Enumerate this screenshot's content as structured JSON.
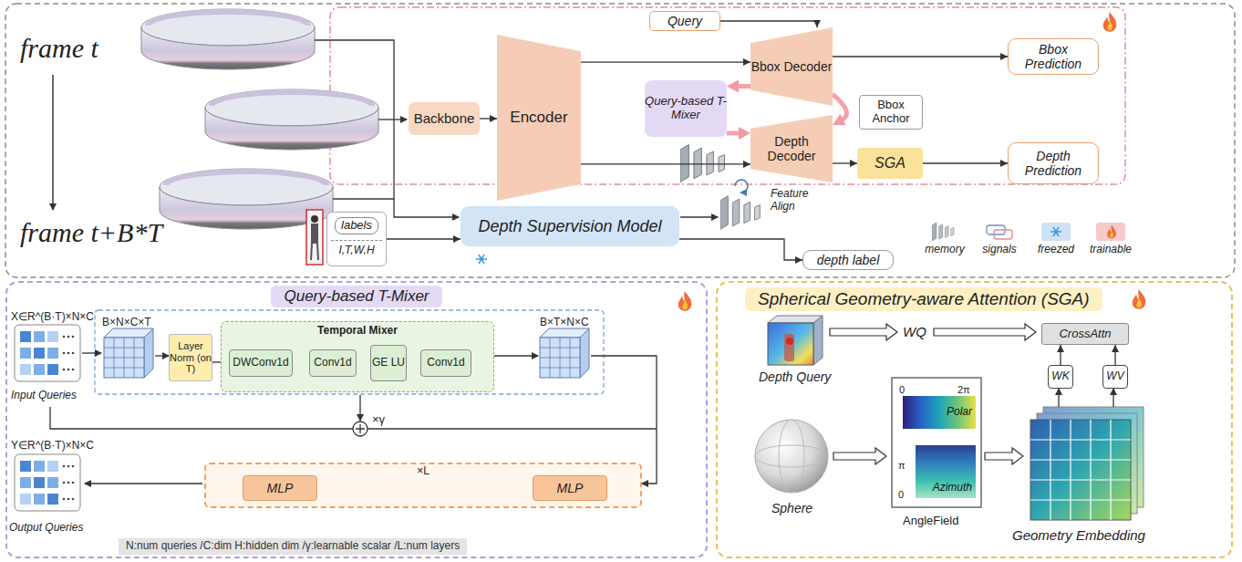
{
  "diagram": {
    "nodes": [
      {
        "text": [
          "Backbone"
        ]
      },
      {
        "text": [
          "Encoder"
        ]
      },
      {
        "text": [
          "Query"
        ]
      },
      {
        "text": [
          "Bbox Decoder"
        ]
      },
      {
        "text": [
          "Query-based T-Mixer"
        ]
      },
      {
        "text": [
          "Depth Decoder"
        ]
      },
      {
        "text": [
          "Bbox Anchor"
        ]
      },
      {
        "text": [
          "SGA"
        ]
      },
      {
        "text": [
          "Bbox Prediction"
        ]
      },
      {
        "text": [
          "Depth Prediction"
        ]
      },
      {
        "text": [
          "labels",
          "I,T,W,H"
        ]
      },
      {
        "text": [
          "Depth Supervision Model"
        ]
      },
      {
        "text": [
          "depth label"
        ]
      },
      {
        "text": [
          "Query-based T-Mixer"
        ]
      },
      {
        "text": [
          "Layer Norm (on T)"
        ],
        "in": 13
      },
      {
        "text": [
          "Temporal Mixer"
        ],
        "in": 13
      },
      {
        "text": [
          "DWConv1d"
        ],
        "in": 15
      },
      {
        "text": [
          "Conv1d"
        ],
        "in": 15
      },
      {
        "text": [
          "GE LU"
        ],
        "in": 15
      },
      {
        "text": [
          "Conv1d"
        ],
        "in": 15
      },
      {
        "text": [
          "×L"
        ],
        "in": 13
      },
      {
        "text": [
          "MLP"
        ],
        "in": 20
      },
      {
        "text": [
          "MLP"
        ],
        "in": 20
      },
      {
        "text": [
          "Spherical Geometry-aware Attention (SGA)"
        ]
      },
      {
        "text": [
          "CrossAttn"
        ],
        "in": 23
      },
      {
        "text": [
          "WK"
        ],
        "in": 23
      },
      {
        "text": [
          "WV"
        ],
        "in": 23
      },
      {
        "text": [
          "Polar"
        ],
        "in": 23
      },
      {
        "text": [
          "Azimuth"
        ],
        "in": 23
      }
    ],
    "edges": [
      {
        "from": 0,
        "to": 1,
        "arrow": "to"
      },
      {
        "from": 1,
        "to": 3,
        "arrow": "to"
      },
      {
        "from": 1,
        "to": 5,
        "arrow": "to"
      },
      {
        "from": 2,
        "to": 3,
        "arrow": "to"
      },
      {
        "from": 3,
        "to": 4,
        "arrow": "to"
      },
      {
        "from": 4,
        "to": 5,
        "arrow": "to"
      },
      {
        "from": 3,
        "to": 5,
        "arrow": "to"
      },
      {
        "from": 3,
        "to": 8,
        "arrow": "to"
      },
      {
        "from": 5,
        "to": 7,
        "arrow": "to"
      },
      {
        "from": 7,
        "to": 9,
        "arrow": "to"
      },
      {
        "from": 10,
        "to": 11,
        "arrow": "to"
      },
      {
        "from": 11,
        "to": 12,
        "arrow": "to"
      },
      {
        "from": 14,
        "to": 16,
        "arrow": "to"
      },
      {
        "from": 16,
        "to": 17,
        "arrow": "to"
      },
      {
        "from": 17,
        "to": 18,
        "arrow": "to"
      },
      {
        "from": 18,
        "to": 19,
        "arrow": "to"
      },
      {
        "from": 25,
        "to": 24,
        "arrow": "to"
      },
      {
        "from": 26,
        "to": 24,
        "arrow": "to"
      }
    ],
    "labels": [
      "frame t",
      "frame t+B*T",
      "Feature Align",
      "X∈R^(B·T)×N×C",
      "B×N×C×T",
      "Input Queries",
      "B×T×N×C",
      "×γ",
      "Y∈R^(B·T)×N×C",
      "Output Queries",
      "N:num queries /C:dim H:hidden dim /γ:learnable scalar /L:num layers",
      "Depth Query",
      "WQ",
      "Sphere",
      "AngleField",
      "0",
      "2π",
      "π",
      "0",
      "Geometry Embedding"
    ],
    "legend": [
      {
        "text": "memory"
      },
      {
        "text": "signals"
      },
      {
        "text": "freezed",
        "color": "#cfe2f5"
      },
      {
        "text": "trainable",
        "color": "#f7c9c9"
      }
    ]
  }
}
